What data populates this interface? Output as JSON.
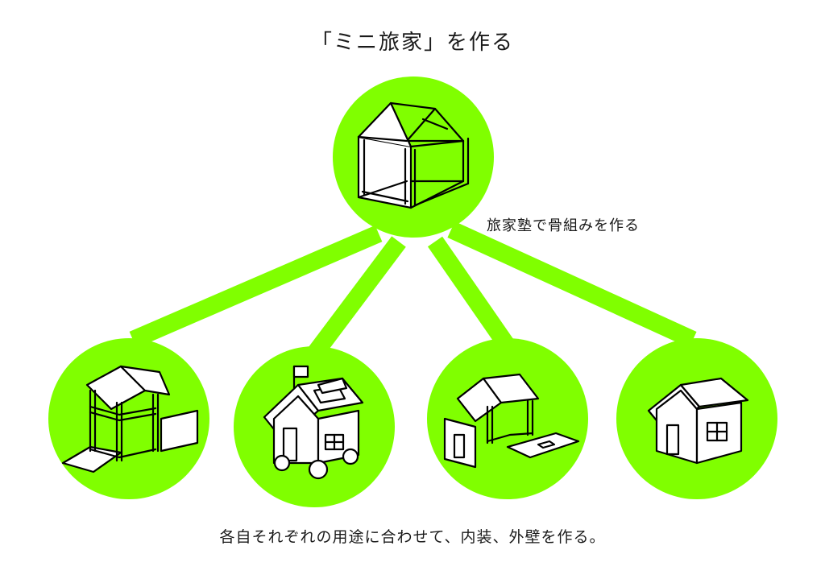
{
  "title": "「ミニ旅家」を作る",
  "frame_caption": "旅家塾で骨組みを作る",
  "bottom_caption": "各自それぞれの用途に合わせて、内装、外壁を作る。",
  "colors": {
    "accent": "#80ff00",
    "line": "#000000",
    "background": "#ffffff"
  },
  "nodes": [
    {
      "name": "frame",
      "icon": "house-frame-icon"
    },
    {
      "name": "open-frame-house",
      "icon": "two-story-frame-house-icon"
    },
    {
      "name": "camper-house",
      "icon": "house-on-wheels-with-flag-icon"
    },
    {
      "name": "panel-assembly",
      "icon": "frame-house-with-panels-icon"
    },
    {
      "name": "finished-house",
      "icon": "finished-house-icon"
    }
  ]
}
